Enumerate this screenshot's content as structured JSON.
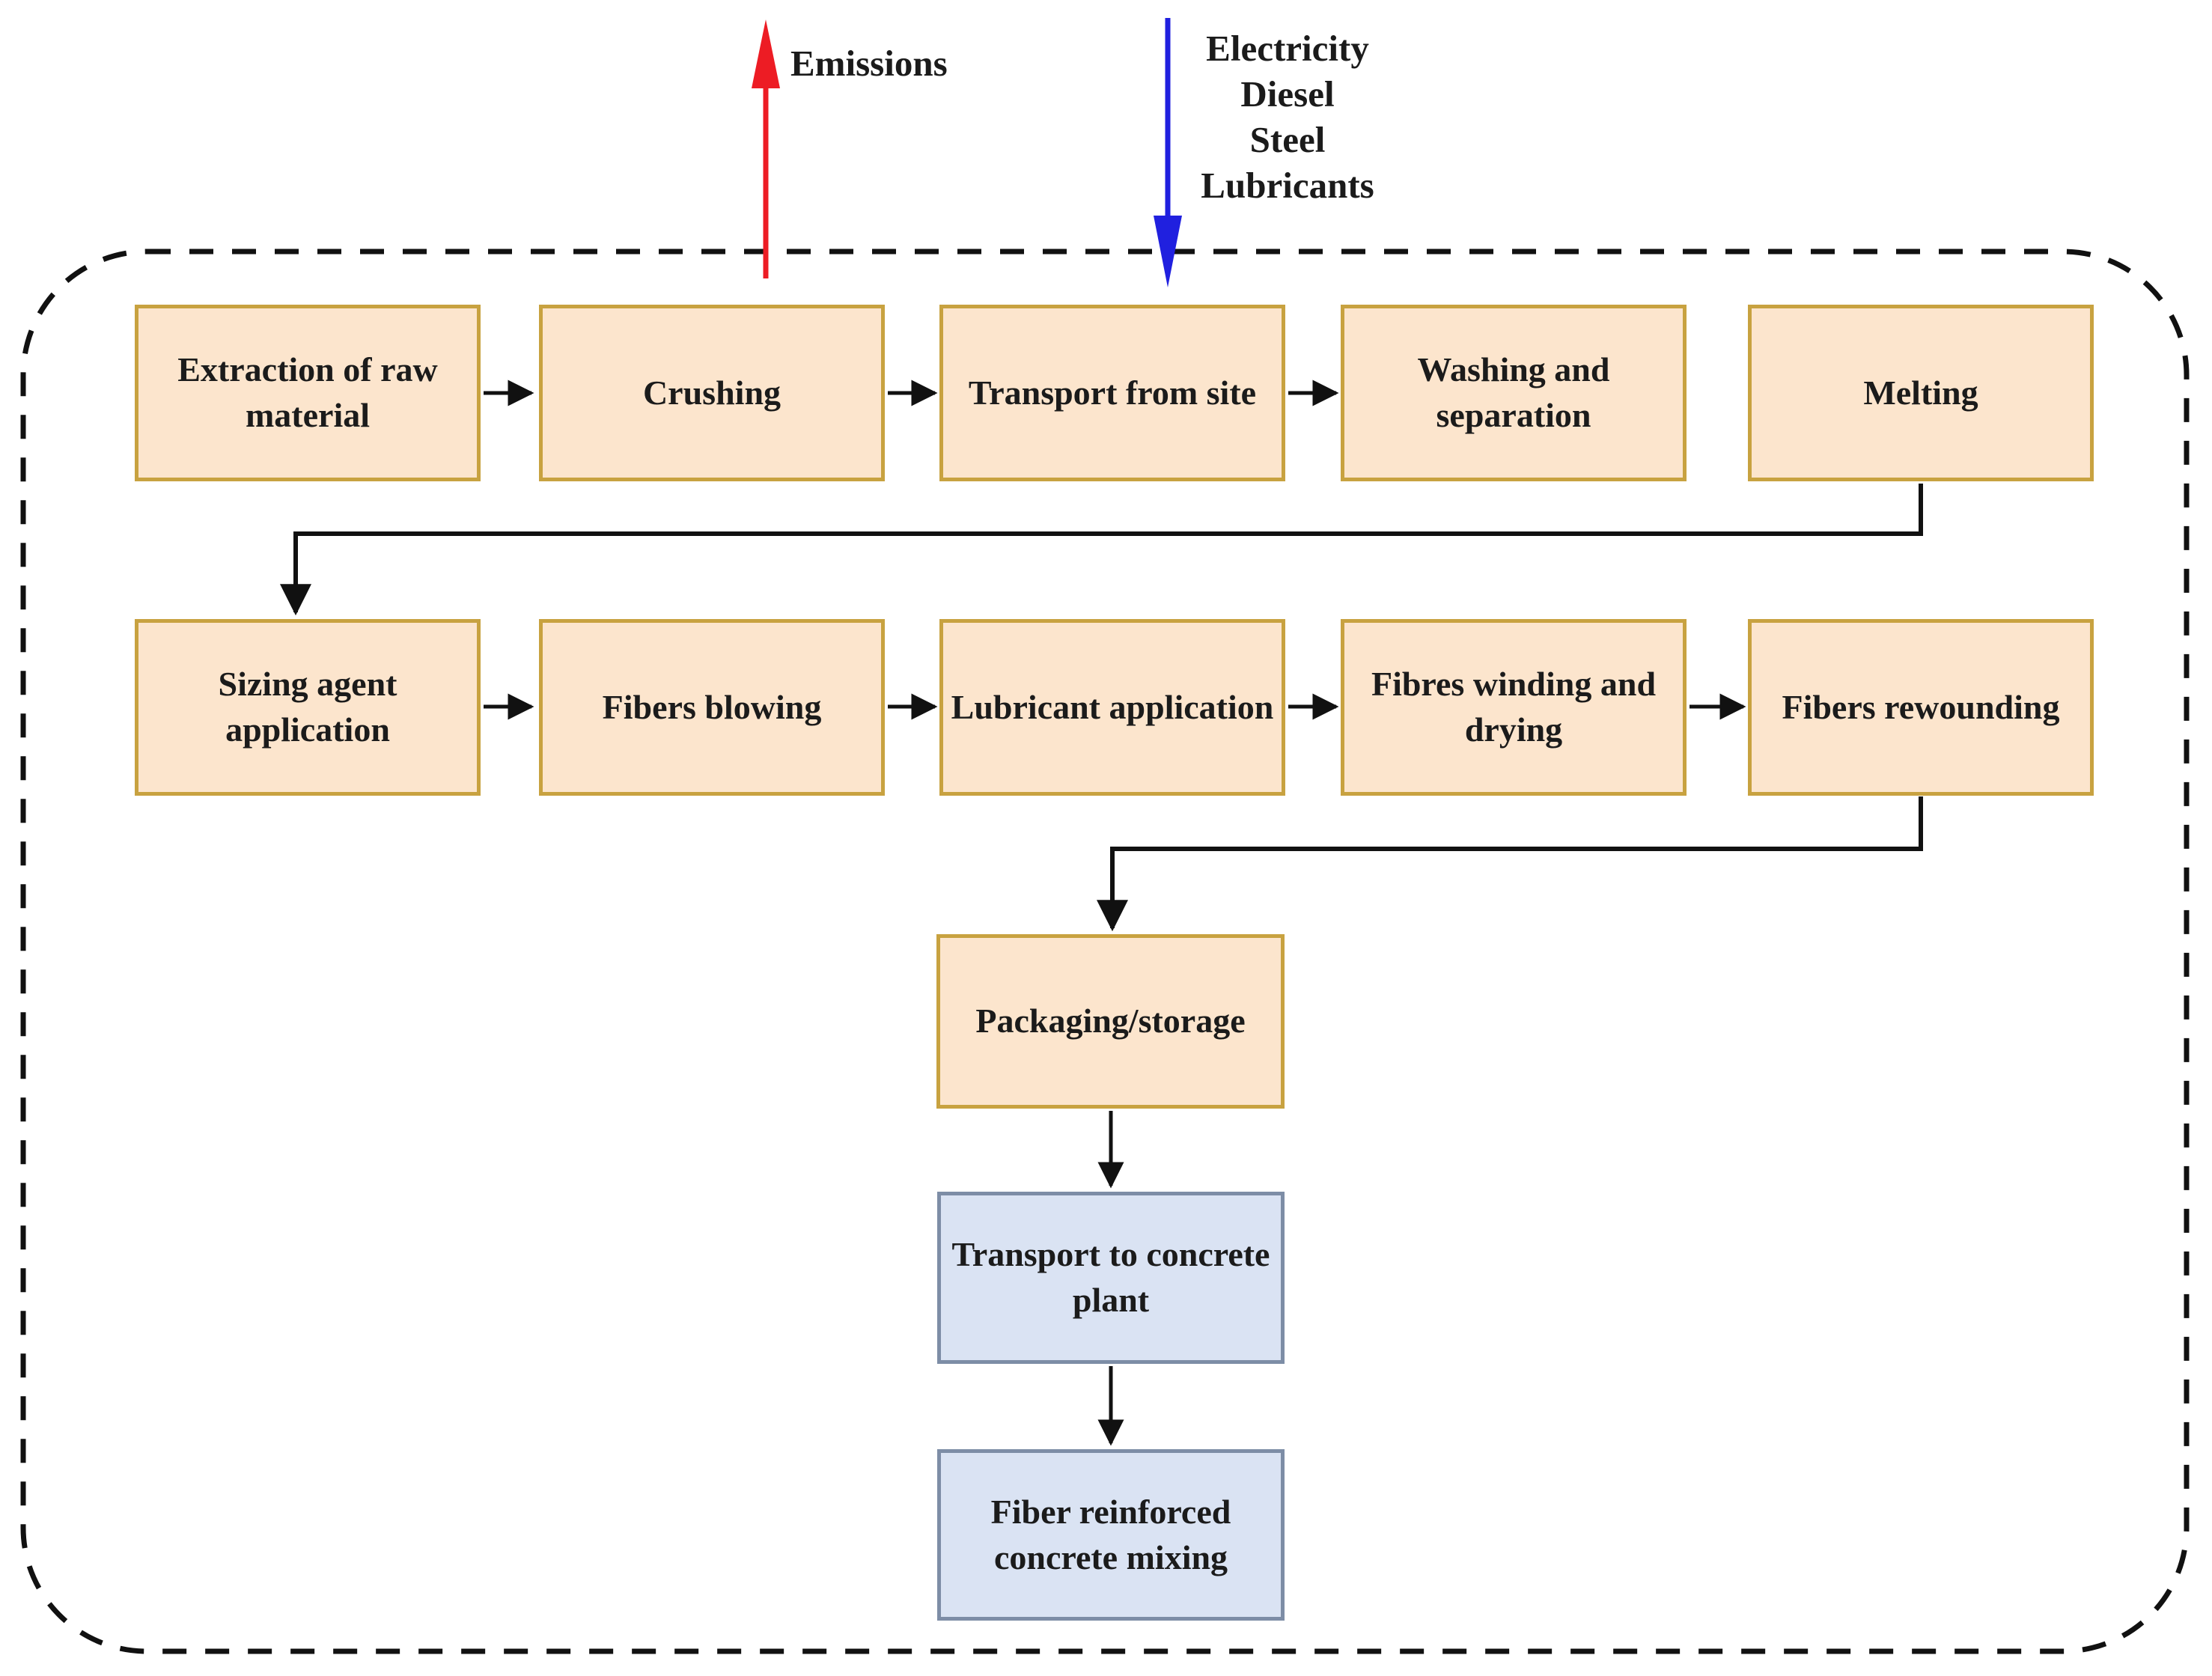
{
  "flows": {
    "emissions_label": "Emissions",
    "inputs": [
      "Electricity",
      "Diesel",
      "Steel",
      "Lubricants"
    ]
  },
  "nodes": {
    "row1": [
      "Extraction of raw material",
      "Crushing",
      "Transport from site",
      "Washing and separation",
      "Melting"
    ],
    "row2": [
      "Sizing agent application",
      "Fibers blowing",
      "Lubricant application",
      "Fibres winding and drying",
      "Fibers rewounding"
    ],
    "chain": [
      "Packaging/storage",
      "Transport to concrete plant",
      "Fiber reinforced concrete mixing"
    ]
  },
  "colors": {
    "process-fill": "#fce5cd",
    "process-border": "#c8a240",
    "transport-fill": "#dae3f3",
    "transport-border": "#7d8da6",
    "emissions-arrow": "#ed1c24",
    "inputs-arrow": "#2020df",
    "line": "#111111",
    "text": "#1b1b1b"
  }
}
